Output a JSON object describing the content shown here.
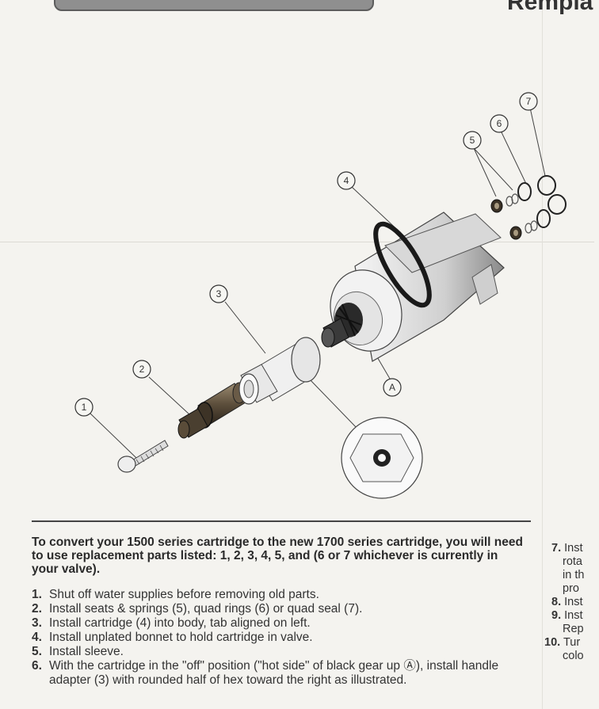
{
  "header": {
    "partial_title": "Rempla"
  },
  "diagram": {
    "callouts": [
      "1",
      "2",
      "3",
      "4",
      "5",
      "6",
      "7",
      "A"
    ]
  },
  "instructions": {
    "intro": "To convert your 1500 series cartridge to the new 1700 series cartridge, you will need to use replacement parts listed:  1, 2, 3, 4, 5, and (6 or 7 whichever is currently in your valve).",
    "steps": [
      {
        "num": "1.",
        "text": "Shut off water supplies before removing old parts."
      },
      {
        "num": "2.",
        "text": "Install seats & springs (5), quad rings (6) or quad seal (7)."
      },
      {
        "num": "3.",
        "text": "Install cartridge (4) into body, tab aligned on left."
      },
      {
        "num": "4.",
        "text": "Install unplated bonnet to hold cartridge in valve."
      },
      {
        "num": "5.",
        "text": "Install sleeve."
      },
      {
        "num": "6.",
        "text": "With the cartridge in the \"off\" position (\"hot side\" of black gear up Ⓐ), install handle adapter (3) with rounded half of hex toward the right as illustrated."
      }
    ]
  },
  "side_column": {
    "lines": [
      {
        "num": "7.",
        "text": "Inst"
      },
      {
        "num": "",
        "text": "rota"
      },
      {
        "num": "",
        "text": "in th"
      },
      {
        "num": "",
        "text": "pro"
      },
      {
        "num": "8.",
        "text": "Inst"
      },
      {
        "num": "9.",
        "text": "Inst"
      },
      {
        "num": "",
        "text": "Rep"
      },
      {
        "num": "10.",
        "text": "Tur"
      },
      {
        "num": "",
        "text": "colo"
      }
    ]
  }
}
